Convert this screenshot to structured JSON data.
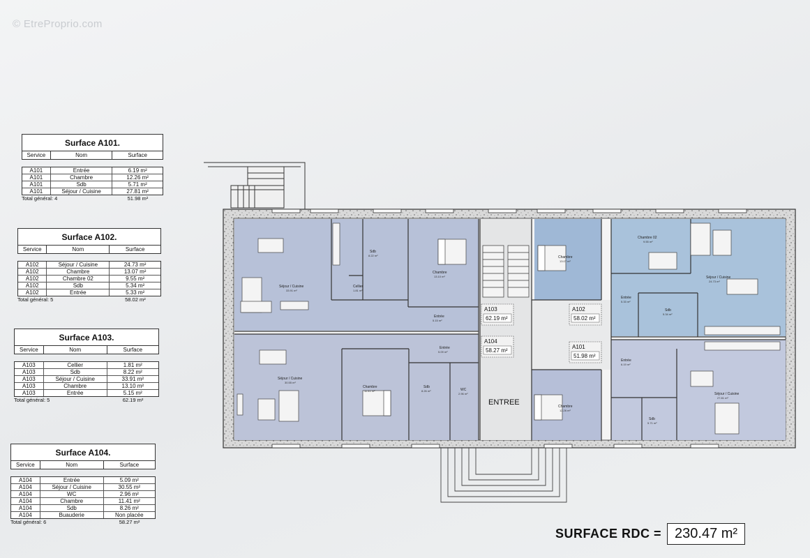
{
  "watermark": "© EtreProprio.com",
  "tables": [
    {
      "title": "Surface A101.",
      "headers": [
        "Service",
        "Nom",
        "Surface"
      ],
      "rows": [
        [
          "A101",
          "Entrée",
          "6.19 m²"
        ],
        [
          "A101",
          "Chambre",
          "12.26 m²"
        ],
        [
          "A101",
          "Sdb",
          "5.71 m²"
        ],
        [
          "A101",
          "Séjour / Cuisine",
          "27.81 m²"
        ]
      ],
      "total_label": "Total général: 4",
      "total_value": "51.98 m²"
    },
    {
      "title": "Surface A102.",
      "headers": [
        "Service",
        "Nom",
        "Surface"
      ],
      "rows": [
        [
          "A102",
          "Séjour / Cuisine",
          "24.73 m²"
        ],
        [
          "A102",
          "Chambre",
          "13.07 m²"
        ],
        [
          "A102",
          "Chambre 02",
          "9.55 m²"
        ],
        [
          "A102",
          "Sdb",
          "5.34 m²"
        ],
        [
          "A102",
          "Entrée",
          "5.33 m²"
        ]
      ],
      "total_label": "Total général: 5",
      "total_value": "58.02 m²"
    },
    {
      "title": "Surface A103.",
      "headers": [
        "Service",
        "Nom",
        "Surface"
      ],
      "rows": [
        [
          "A103",
          "Cellier",
          "1.81 m²"
        ],
        [
          "A103",
          "Sdb",
          "8.22 m²"
        ],
        [
          "A103",
          "Séjour / Cuisine",
          "33.91 m²"
        ],
        [
          "A103",
          "Chambre",
          "13.10 m²"
        ],
        [
          "A103",
          "Entrée",
          "5.15 m²"
        ]
      ],
      "total_label": "Total général: 5",
      "total_value": "62.19 m²"
    },
    {
      "title": "Surface A104.",
      "headers": [
        "Service",
        "Nom",
        "Surface"
      ],
      "rows": [
        [
          "A104",
          "Entrée",
          "5.09 m²"
        ],
        [
          "A104",
          "Séjour / Cuisine",
          "30.55 m²"
        ],
        [
          "A104",
          "WC",
          "2.96 m²"
        ],
        [
          "A104",
          "Chambre",
          "11.41 m²"
        ],
        [
          "A104",
          "Sdb",
          "8.26 m²"
        ],
        [
          "A104",
          "Buauderie",
          "Non placée"
        ]
      ],
      "total_label": "Total général: 6",
      "total_value": "58.27 m²"
    }
  ],
  "plan": {
    "entrance_label": "ENTREE",
    "unit_boxes": [
      {
        "name": "A103",
        "area": "62.19 m²"
      },
      {
        "name": "A104",
        "area": "58.27 m²"
      },
      {
        "name": "A102",
        "area": "58.02 m²"
      },
      {
        "name": "A101",
        "area": "51.98 m²"
      }
    ],
    "rooms": {
      "a103_sejour": {
        "name": "Séjour / Cuisine",
        "area": "33.91 m²"
      },
      "a103_sdb": {
        "name": "Sdb",
        "area": "8.22 m²"
      },
      "a103_cellier": {
        "name": "Cellier",
        "area": "1.81 m²"
      },
      "a103_chambre": {
        "name": "Chambre",
        "area": "13.10 m²"
      },
      "a103_entree": {
        "name": "Entrée",
        "area": "5.15 m²"
      },
      "a104_sejour": {
        "name": "Séjour / Cuisine",
        "area": "30.55 m²"
      },
      "a104_chambre": {
        "name": "Chambre",
        "area": "11.41 m²"
      },
      "a104_sdb": {
        "name": "Sdb",
        "area": "8.26 m²"
      },
      "a104_wc": {
        "name": "WC",
        "area": "2.96 m²"
      },
      "a104_entree": {
        "name": "Entrée",
        "area": "5.09 m²"
      },
      "a102_chambre": {
        "name": "Chambre",
        "area": "13.07 m²"
      },
      "a102_chambre02": {
        "name": "Chambre 02",
        "area": "9.55 m²"
      },
      "a102_sejour": {
        "name": "Séjour / Cuisine",
        "area": "24.73 m²"
      },
      "a102_entree": {
        "name": "Entrée",
        "area": "5.33 m²"
      },
      "a102_sdb": {
        "name": "Sdb",
        "area": "5.34 m²"
      },
      "a101_entree": {
        "name": "Entrée",
        "area": "6.19 m²"
      },
      "a101_sejour": {
        "name": "Séjour / Cuisine",
        "area": "27.81 m²"
      },
      "a101_chambre": {
        "name": "Chambre",
        "area": "12.26 m²"
      },
      "a101_sdb": {
        "name": "Sdb",
        "area": "5.71 m²"
      }
    }
  },
  "total": {
    "label": "SURFACE RDC =",
    "value": "230.47 m²"
  },
  "colors": {
    "unit_a103": "#b7c1d8",
    "unit_a104": "#bcc3d8",
    "unit_a102": "#a9c2db",
    "unit_a101": "#c2c9de",
    "wall": "#dcdcdc",
    "corridor": "#e4e5e6"
  }
}
